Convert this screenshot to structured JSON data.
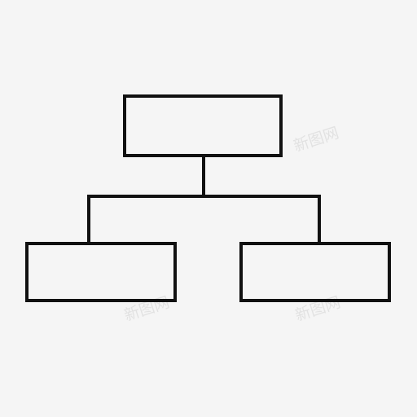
{
  "diagram": {
    "type": "hierarchy-chart-icon",
    "stroke_color": "#111111",
    "background_color": "#f5f5f5",
    "nodes": [
      {
        "role": "parent",
        "label": ""
      },
      {
        "role": "child-left",
        "label": ""
      },
      {
        "role": "child-right",
        "label": ""
      }
    ],
    "edges": [
      {
        "from": "parent",
        "to": "child-left"
      },
      {
        "from": "parent",
        "to": "child-right"
      }
    ]
  },
  "watermark": {
    "text": "新图网"
  }
}
